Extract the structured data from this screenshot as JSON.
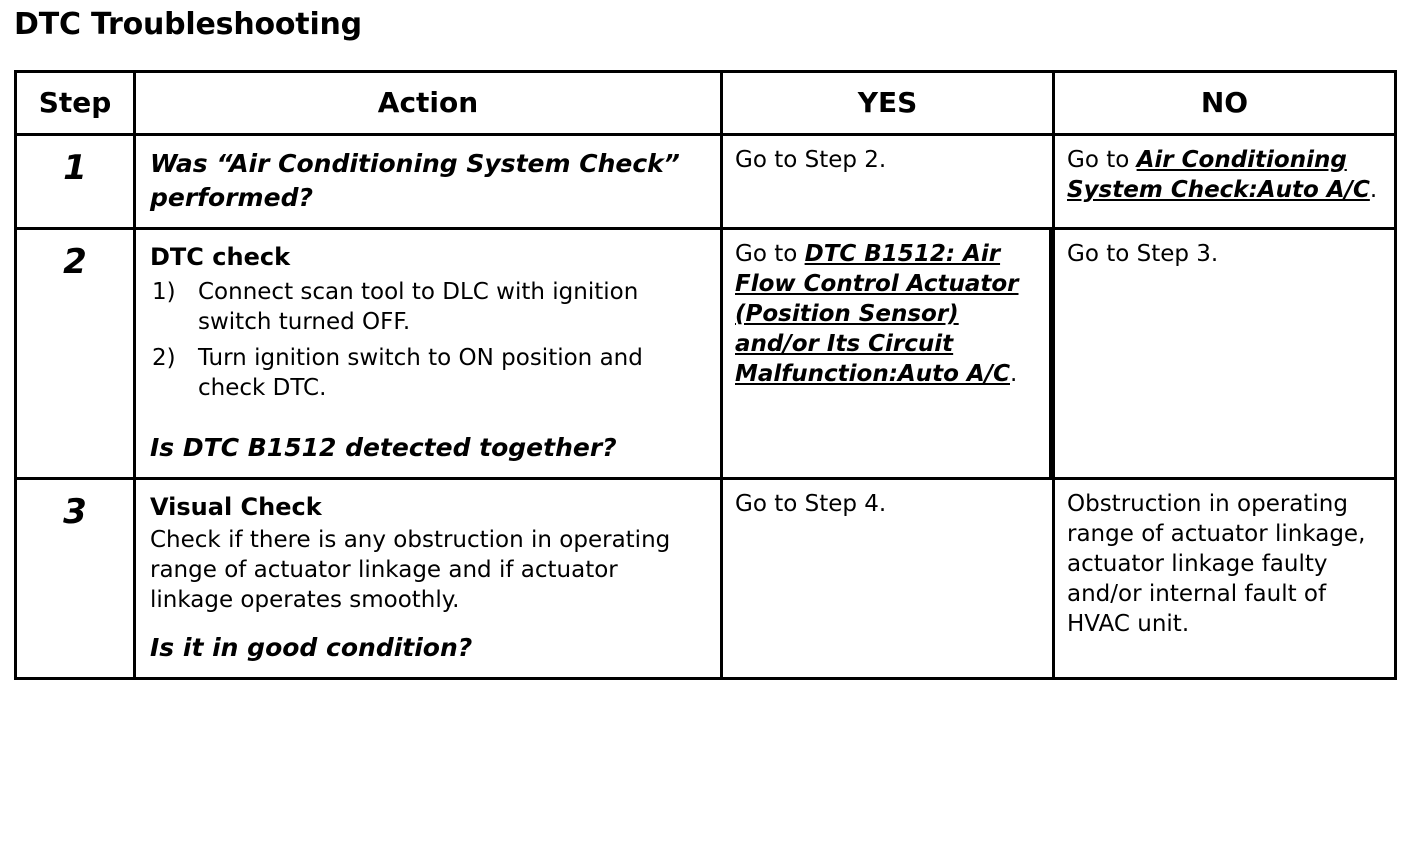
{
  "document": {
    "title": "DTC Troubleshooting"
  },
  "table": {
    "headers": {
      "step": "Step",
      "action": "Action",
      "yes": "YES",
      "no": "NO"
    },
    "rows": [
      {
        "step": "1",
        "action": {
          "question": "Was “Air Conditioning System Check” performed?"
        },
        "yes": {
          "text": "Go to Step 2."
        },
        "no": {
          "prefix": "Go to ",
          "xref": "Air Conditioning System Check:Auto A/C",
          "suffix": "."
        }
      },
      {
        "step": "2",
        "action": {
          "heading": "DTC check",
          "items": [
            {
              "num": "1)",
              "text": "Connect scan tool to DLC with ignition switch turned OFF."
            },
            {
              "num": "2)",
              "text": "Turn ignition switch to ON position and check DTC."
            }
          ],
          "question": "Is DTC B1512 detected together?"
        },
        "yes": {
          "prefix": "Go to ",
          "xref": "DTC B1512: Air Flow Control Actuator (Position Sensor) and/or Its Circuit Malfunction:Auto A/C",
          "suffix": "."
        },
        "no": {
          "text": "Go to Step 3."
        }
      },
      {
        "step": "3",
        "action": {
          "heading": "Visual Check",
          "body": "Check if there is any obstruction in operating range of actuator linkage and if actuator linkage operates smoothly.",
          "question": "Is it in good condition?"
        },
        "yes": {
          "text": "Go to Step 4."
        },
        "no": {
          "text": "Obstruction in operating range of actuator linkage, actuator linkage faulty and/or internal fault of HVAC unit."
        }
      }
    ]
  },
  "colors": {
    "ink": "#000000",
    "paper": "#ffffff"
  }
}
